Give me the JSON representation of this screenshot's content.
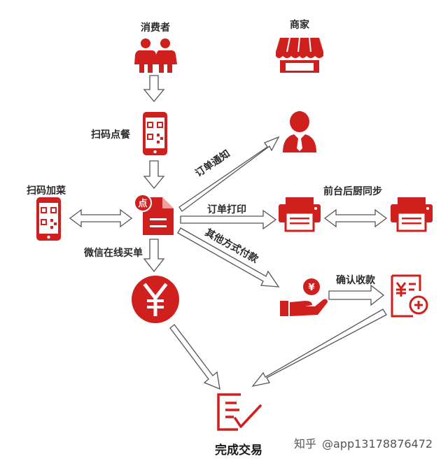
{
  "colors": {
    "accent": "#d0201e",
    "arrow_fill": "#ffffff",
    "arrow_stroke": "#555555",
    "text": "#2a2a2a"
  },
  "labels": {
    "consumer": "消费者",
    "merchant": "商家",
    "scan_order": "扫码点餐",
    "scan_add": "扫码加菜",
    "order_notify": "订单通知",
    "order_print": "订单打印",
    "front_back_sync": "前台后厨同步",
    "other_payment": "其他方式付款",
    "wechat_pay": "微信在线买单",
    "confirm_payment": "确认收款",
    "complete": "完成交易",
    "order_badge": "点"
  },
  "watermark": {
    "platform": "知乎",
    "handle": "@app13178876472"
  },
  "icons": {
    "consumer": "people-icon",
    "merchant": "storefront-icon",
    "scan_order": "phone-qr-icon",
    "scan_add": "phone-qr-icon",
    "order": "order-document-icon",
    "staff": "staff-person-icon",
    "printer": "printer-icon",
    "yuan": "yuan-coin-icon",
    "hand_pay": "hand-coin-icon",
    "receipt": "receipt-check-icon",
    "complete": "document-check-icon"
  }
}
